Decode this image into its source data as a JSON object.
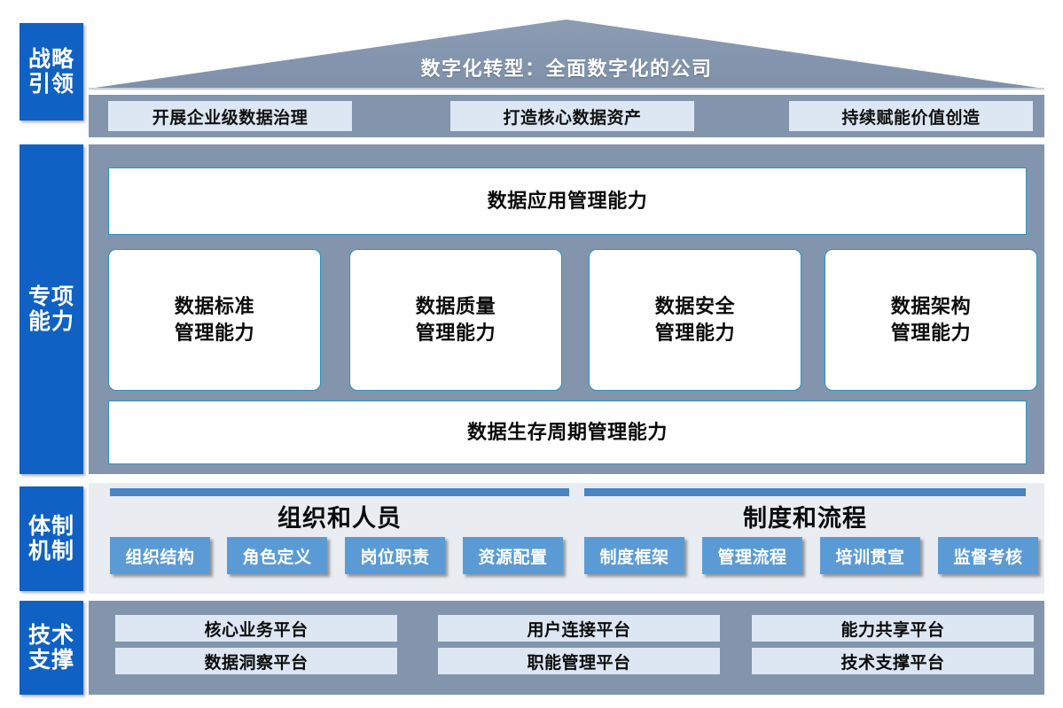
{
  "diagram": {
    "title": "数字化转型：全面数字化的公司",
    "colors": {
      "rail_blue": "#0F61C4",
      "panel_grey_blue": "#8295AD",
      "panel_light": "#E9EDF2",
      "chip_light_blue": "#DDE7F4",
      "chip_blue": "#5B9BD5",
      "card_border": "#2A93C2",
      "bar_blue": "#4A84C4"
    },
    "rails": [
      {
        "id": "strategy",
        "line1": "战略",
        "line2": "引领"
      },
      {
        "id": "special-capability",
        "line1": "专项",
        "line2": "能力"
      },
      {
        "id": "system-mechanism",
        "line1": "体制",
        "line2": "机制"
      },
      {
        "id": "technology-support",
        "line1": "技术",
        "line2": "支撑"
      }
    ],
    "strategy": {
      "chips": [
        "开展企业级数据治理",
        "打造核心数据资产",
        "持续赋能价值创造"
      ]
    },
    "capability": {
      "top_card": "数据应用管理能力",
      "middle_cards": [
        "数据标准\n管理能力",
        "数据质量\n管理能力",
        "数据安全\n管理能力",
        "数据架构\n管理能力"
      ],
      "bottom_card": "数据生存周期管理能力"
    },
    "mechanism": {
      "groups": [
        {
          "title": "组织和人员",
          "chips": [
            "组织结构",
            "角色定义",
            "岗位职责",
            "资源配置"
          ]
        },
        {
          "title": "制度和流程",
          "chips": [
            "制度框架",
            "管理流程",
            "培训贯宣",
            "监督考核"
          ]
        }
      ]
    },
    "technology": {
      "columns": [
        {
          "top": "核心业务平台",
          "bottom": "数据洞察平台"
        },
        {
          "top": "用户连接平台",
          "bottom": "职能管理平台"
        },
        {
          "top": "能力共享平台",
          "bottom": "技术支撑平台"
        }
      ]
    }
  }
}
